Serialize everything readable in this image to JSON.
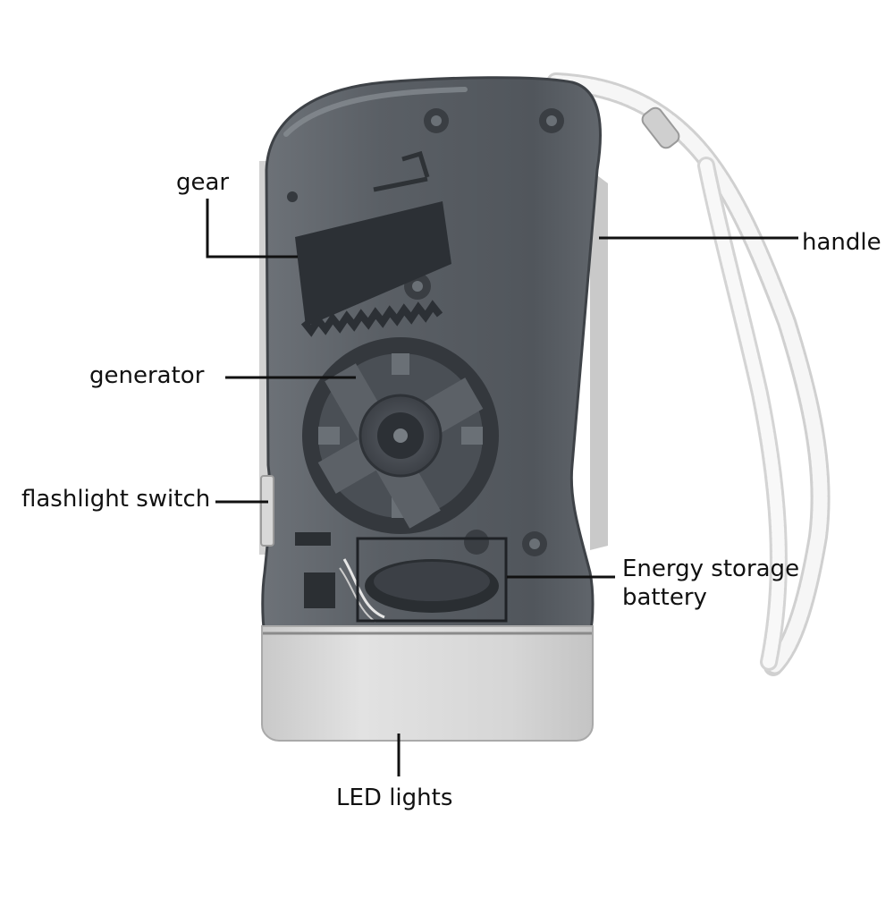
{
  "labels": {
    "gear": "gear",
    "handle": "handle",
    "generator": "generator",
    "flashlight_switch": "flashlight switch",
    "battery_line1": "Energy storage",
    "battery_line2": "battery",
    "led": "LED lights"
  },
  "colors": {
    "body_shell": "#4f545a",
    "lens_housing": "#d9d9d9",
    "strap": "#f2f2f2",
    "leader_line": "#111111"
  },
  "icons": [
    "hand-crank-flashlight-illustration",
    "wrist-strap-illustration"
  ]
}
